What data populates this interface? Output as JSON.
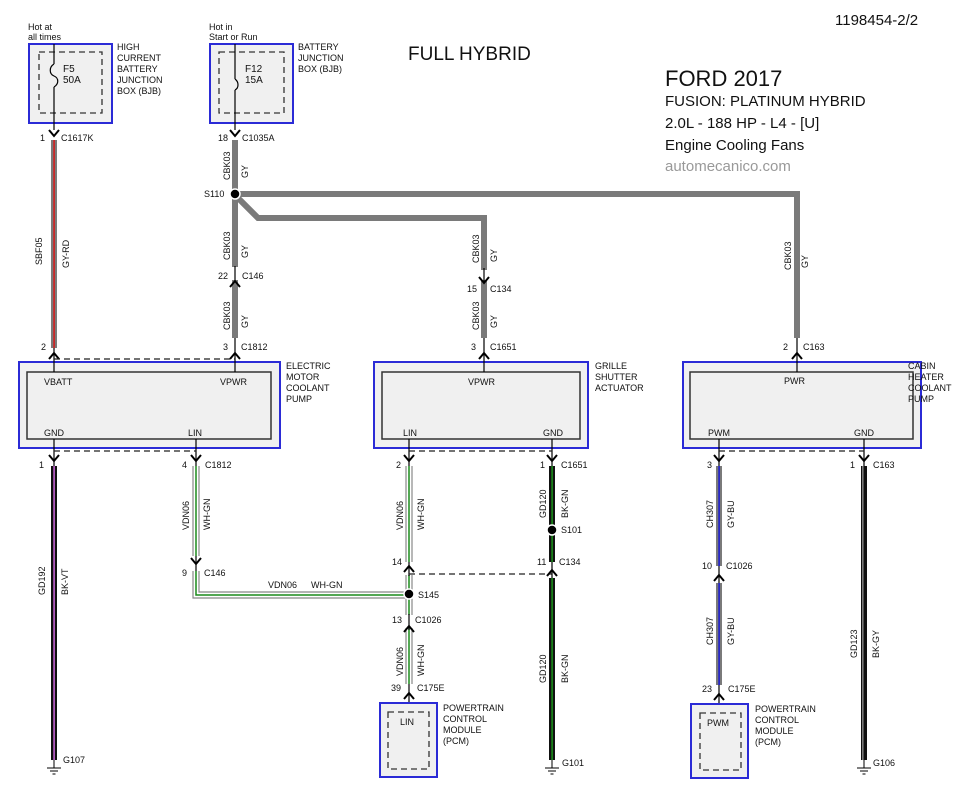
{
  "doc_id": "1198454-2/2",
  "subtitle": "FULL HYBRID",
  "info": {
    "make_year": "FORD 2017",
    "model": "FUSION:  PLATINUM HYBRID",
    "engine": "2.0L - 188 HP - L4 - [U]",
    "system": "Engine Cooling Fans",
    "watermark": "automecanico.com"
  },
  "colors": {
    "module_border": "#2b2bd6",
    "module_fill": "#f0f0f0",
    "wire_gray": "#7a7a7a",
    "wire_red": "#d42020",
    "wire_green": "#1a8a1a",
    "wire_black": "#111111",
    "wire_violet": "#c060d0",
    "wire_blue": "#2020d0"
  },
  "power_sources": [
    {
      "id": "bjb-high-current",
      "note": [
        "Hot at",
        "all times"
      ],
      "fuse": "F5",
      "amps": "50A",
      "name": [
        "HIGH",
        "CURRENT",
        "BATTERY",
        "JUNCTION",
        "BOX (BJB)"
      ]
    },
    {
      "id": "bjb",
      "note": [
        "Hot in",
        "Start or Run"
      ],
      "fuse": "F12",
      "amps": "15A",
      "name": [
        "BATTERY",
        "JUNCTION",
        "BOX (BJB)"
      ]
    }
  ],
  "modules": [
    {
      "id": "emcp",
      "name": [
        "ELECTRIC",
        "MOTOR",
        "COOLANT",
        "PUMP"
      ],
      "pins": {
        "vbatt": "VBATT",
        "vpwr": "VPWR",
        "gnd": "GND",
        "lin": "LIN"
      }
    },
    {
      "id": "gsa",
      "name": [
        "GRILLE",
        "SHUTTER",
        "ACTUATOR"
      ],
      "pins": {
        "vpwr": "VPWR",
        "lin": "LIN",
        "gnd": "GND"
      }
    },
    {
      "id": "chcp",
      "name": [
        "CABIN",
        "HEATER",
        "COOLANT",
        "PUMP"
      ],
      "pins": {
        "pwr": "PWR",
        "pwm": "PWM",
        "gnd": "GND"
      }
    },
    {
      "id": "pcm-lin",
      "name": [
        "POWERTRAIN",
        "CONTROL",
        "MODULE",
        "(PCM)"
      ],
      "pins": {
        "lin": "LIN"
      }
    },
    {
      "id": "pcm-pwm",
      "name": [
        "POWERTRAIN",
        "CONTROL",
        "MODULE",
        "(PCM)"
      ],
      "pins": {
        "pwm": "PWM"
      }
    }
  ],
  "connectors": {
    "c1617k": {
      "pin": "1",
      "id": "C1617K"
    },
    "c1035a": {
      "pin": "18",
      "id": "C1035A"
    },
    "c146_top": {
      "pin": "22",
      "id": "C146"
    },
    "c1812_vpwr": {
      "pin": "3",
      "id": "C1812"
    },
    "emcp_vbatt": {
      "pin": "2",
      "id": ""
    },
    "c134_top": {
      "pin": "15",
      "id": "C134"
    },
    "c1651_vpwr": {
      "pin": "3",
      "id": "C1651"
    },
    "c163_pwr": {
      "pin": "2",
      "id": "C163"
    },
    "emcp_gnd": {
      "pin": "1",
      "id": ""
    },
    "c1812_lin": {
      "pin": "4",
      "id": "C1812"
    },
    "c146_lin": {
      "pin": "9",
      "id": "C146"
    },
    "gsa_lin": {
      "pin": "2",
      "id": ""
    },
    "c1651_gnd": {
      "pin": "1",
      "id": "C1651"
    },
    "c_lin_14": {
      "pin": "14",
      "id": ""
    },
    "c134_gnd": {
      "pin": "11",
      "id": "C134"
    },
    "c1026_lin": {
      "pin": "13",
      "id": "C1026"
    },
    "c175e_lin": {
      "pin": "39",
      "id": "C175E"
    },
    "chcp_pwm": {
      "pin": "3",
      "id": ""
    },
    "c163_gnd": {
      "pin": "1",
      "id": "C163"
    },
    "c1026_pwm": {
      "pin": "10",
      "id": "C1026"
    },
    "c175e_pwm": {
      "pin": "23",
      "id": "C175E"
    }
  },
  "splices": {
    "s110": "S110",
    "s145": "S145",
    "s101": "S101"
  },
  "grounds": {
    "g107": "G107",
    "g101": "G101",
    "g106": "G106"
  },
  "wires": {
    "sbf05": {
      "circuit": "SBF05",
      "color": "GY-RD"
    },
    "cbk03": {
      "circuit": "CBK03",
      "color": "GY"
    },
    "gd192": {
      "circuit": "GD192",
      "color": "BK-VT"
    },
    "vdn06": {
      "circuit": "VDN06",
      "color": "WH-GN"
    },
    "gd120": {
      "circuit": "GD120",
      "color": "BK-GN"
    },
    "ch307": {
      "circuit": "CH307",
      "color": "GY-BU"
    },
    "gd123": {
      "circuit": "GD123",
      "color": "BK-GY"
    }
  }
}
